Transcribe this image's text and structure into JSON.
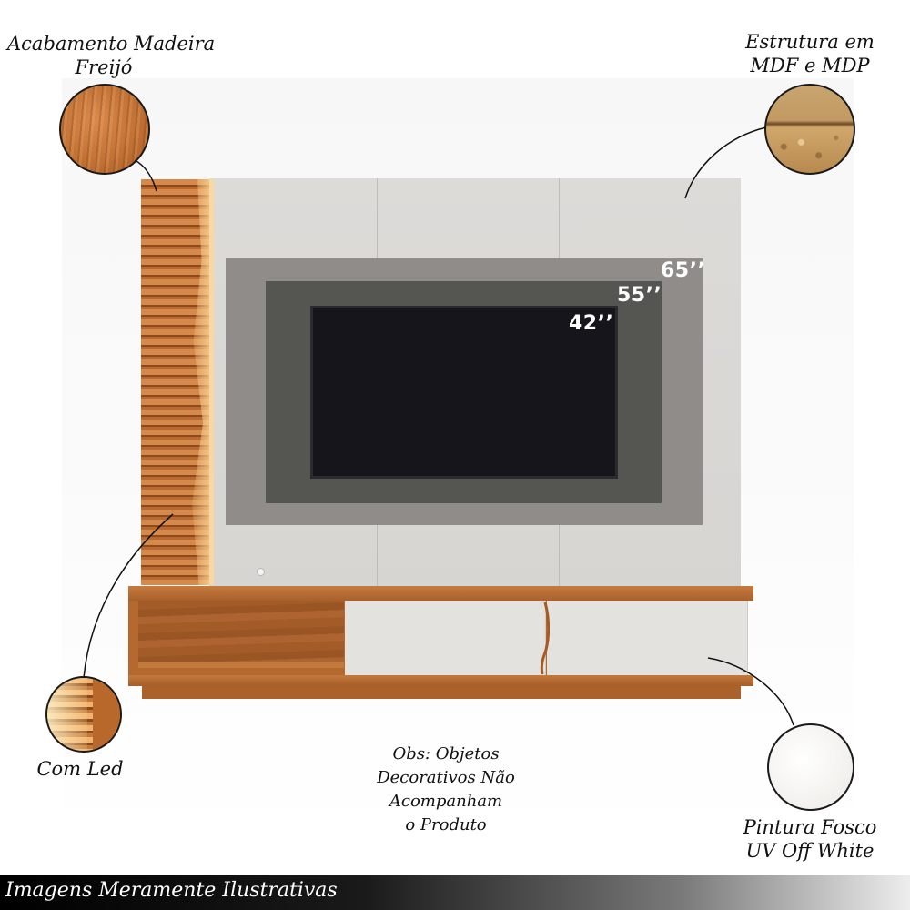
{
  "labels": {
    "acabamento": [
      "Acabamento Madeira",
      "Freijó"
    ],
    "estrutura": [
      "Estrutura em",
      "MDF e MDP"
    ],
    "led": "Com Led",
    "pintura": [
      "Pintura Fosco",
      "UV Off White"
    ],
    "obs": [
      "Obs: Objetos",
      "Decorativos Não",
      "Acompanham",
      "o Produto"
    ]
  },
  "tv_sizes": [
    "65’’",
    "55’’",
    "42’’"
  ],
  "footer": "Imagens Meramente Ilustrativas",
  "colors": {
    "wood": "#b5692f",
    "off_white": "#e4e2de",
    "panel": "#d9d7d4",
    "screen": "#16151b"
  }
}
